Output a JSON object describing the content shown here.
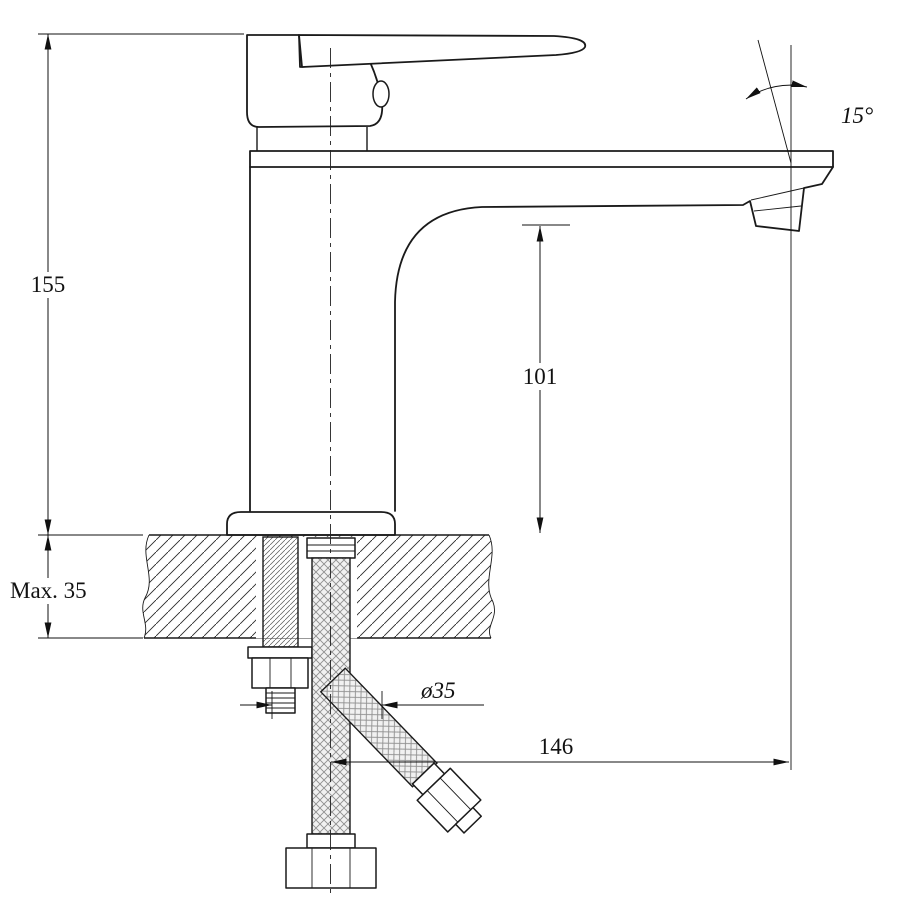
{
  "drawing": {
    "title": "basin-faucet-dimension-drawing"
  },
  "labels": {
    "overall_height": "155",
    "spout_height": "101",
    "handle_angle": "15°",
    "max_deck_thickness": "Max. 35",
    "mounting_hole_diameter": "ø35",
    "spout_reach": "146"
  },
  "colors": {
    "line": "#1a1a1a",
    "dimension": "#111111",
    "braid": "#8f8f8f",
    "background": "#ffffff"
  }
}
